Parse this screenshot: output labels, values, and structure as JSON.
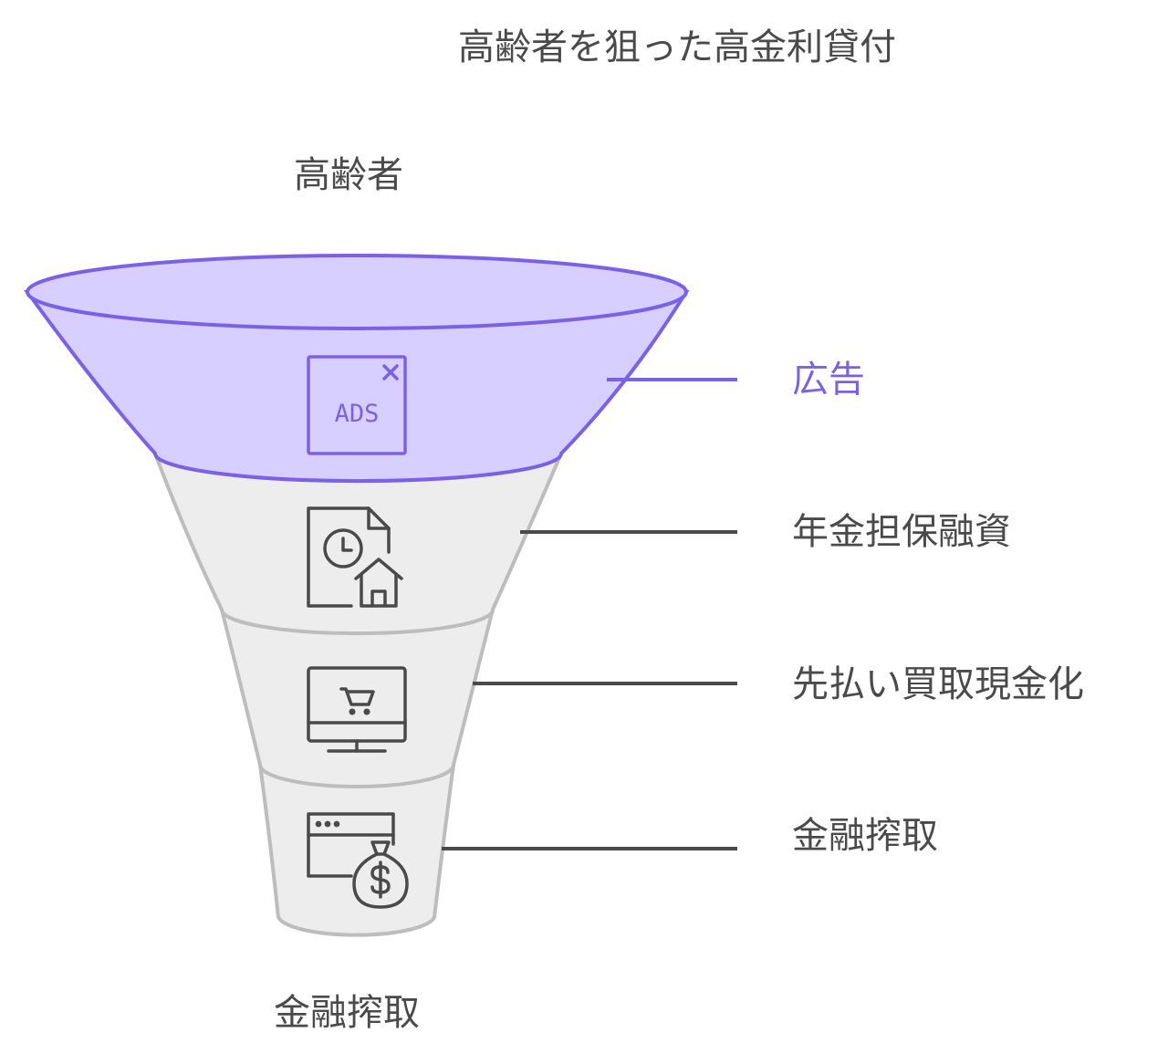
{
  "title": "高齢者を狙った高金利貸付",
  "top_label": "高齢者",
  "bottom_label": "金融搾取",
  "stages": [
    {
      "label": "広告",
      "icon": "ads-icon",
      "color": "#7b61e8"
    },
    {
      "label": "年金担保融資",
      "icon": "document-clock-house-icon",
      "color": "#4a4a4a"
    },
    {
      "label": "先払い買取現金化",
      "icon": "monitor-cart-icon",
      "color": "#4a4a4a"
    },
    {
      "label": "金融搾取",
      "icon": "browser-money-bag-icon",
      "color": "#4a4a4a"
    }
  ],
  "icons": {
    "ads_text": "ADS"
  },
  "colors": {
    "accent": "#7b61e8",
    "accent_fill": "#d6cfff",
    "gray_fill": "#ededed",
    "gray_stroke": "#bdbdbd",
    "text": "#4a4a4a"
  }
}
